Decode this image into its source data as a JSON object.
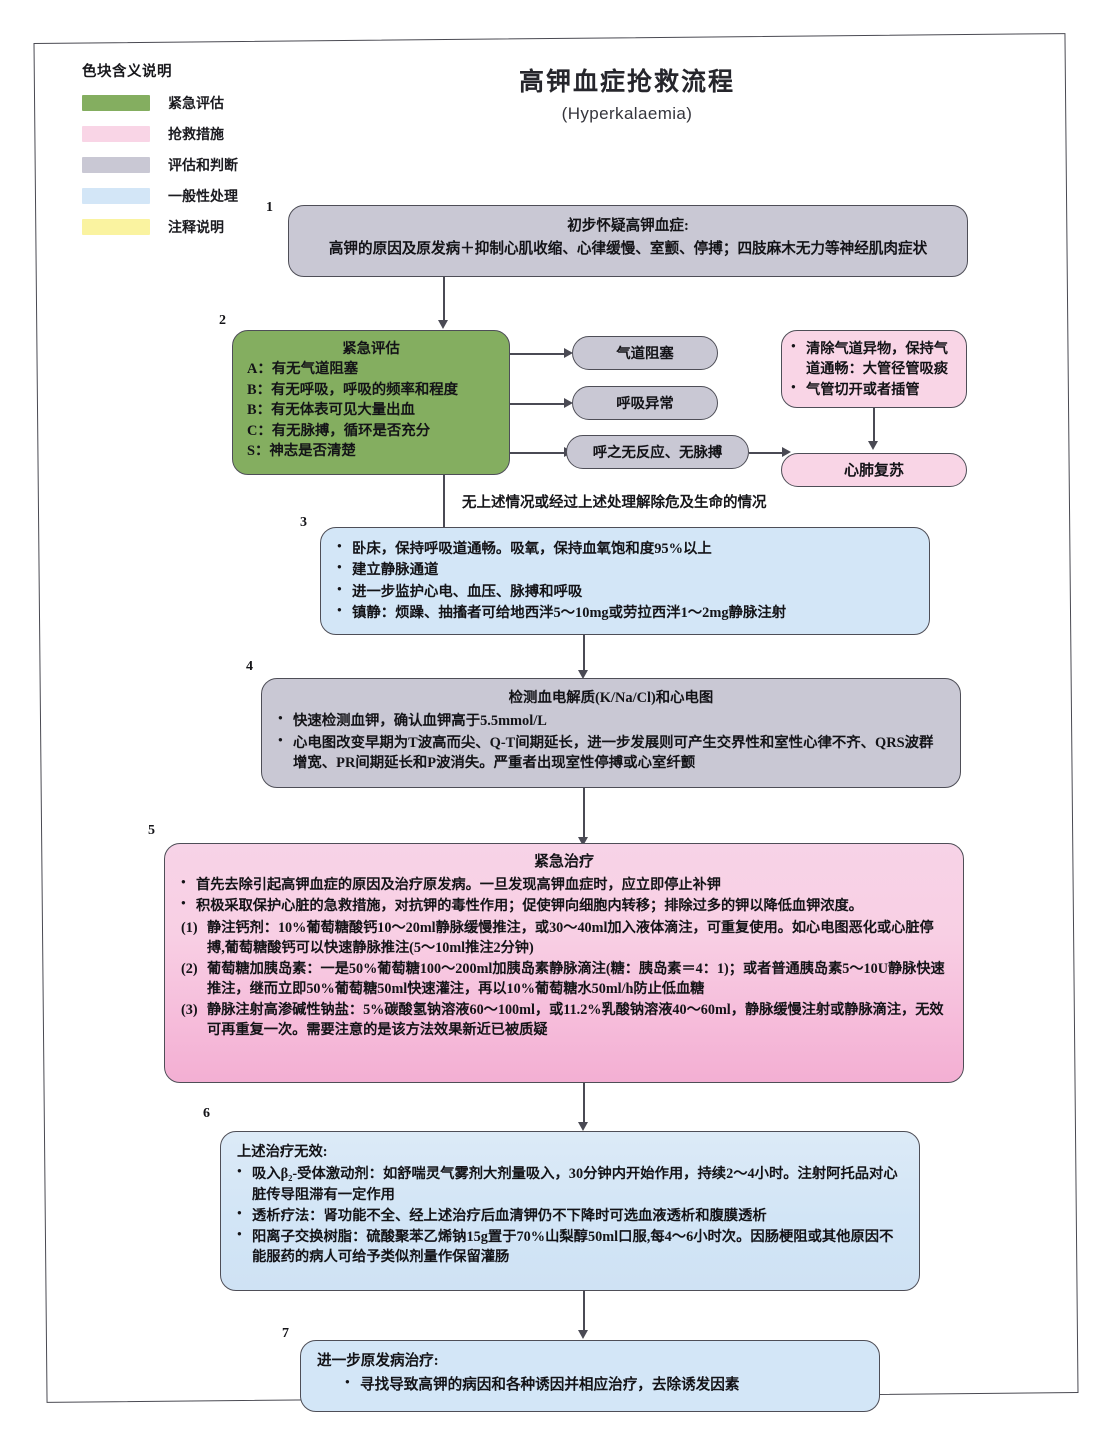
{
  "title": {
    "cn": "高钾血症抢救流程",
    "en": "(Hyperkalaemia)"
  },
  "legend": {
    "heading": "色块含义说明",
    "items": [
      {
        "label": "紧急评估",
        "color": "#84ae60"
      },
      {
        "label": "抢救措施",
        "color": "#f9d5e6"
      },
      {
        "label": "评估和判断",
        "color": "#c9c8d4"
      },
      {
        "label": "一般性处理",
        "color": "#d3e6f7"
      },
      {
        "label": "注释说明",
        "color": "#faf3a0"
      }
    ]
  },
  "steps": {
    "n1": "1",
    "n2": "2",
    "n3": "3",
    "n4": "4",
    "n5": "5",
    "n6": "6",
    "n7": "7"
  },
  "box1": {
    "header": "初步怀疑高钾血症:",
    "line": "高钾的原因及原发病＋抑制心肌收缩、心律缓慢、室颤、停搏；四肢麻木无力等神经肌肉症状"
  },
  "box2": {
    "header": "紧急评估",
    "items": [
      "A：有无气道阻塞",
      "B：有无呼吸，呼吸的频率和程度",
      "B：有无体表可见大量出血",
      "C：有无脉搏，循环是否充分",
      "S：神志是否清楚"
    ]
  },
  "branch": {
    "airway": "气道阻塞",
    "breathing": "呼吸异常",
    "unresponsive": "呼之无反应、无脉搏",
    "airway_actions": [
      "清除气道异物，保持气道通畅：大管径管吸痰",
      "气管切开或者插管"
    ],
    "cpr": "心肺复苏"
  },
  "edge_note": "无上述情况或经过上述处理解除危及生命的情况",
  "box3": {
    "items": [
      "卧床，保持呼吸道通畅。吸氧，保持血氧饱和度95%以上",
      "建立静脉通道",
      "进一步监护心电、血压、脉搏和呼吸",
      "镇静：烦躁、抽搐者可给地西泮5～10mg或劳拉西泮1～2mg静脉注射"
    ]
  },
  "box4": {
    "header": "检测血电解质(K/Na/Cl)和心电图",
    "items": [
      "快速检测血钾，确认血钾高于5.5mmol/L",
      "心电图改变早期为T波高而尖、Q-T间期延长，进一步发展则可产生交界性和室性心律不齐、QRS波群增宽、PR间期延长和P波消失。严重者出现室性停搏或心室纤颤"
    ]
  },
  "box5": {
    "header": "紧急治疗",
    "items": [
      "首先去除引起高钾血症的原因及治疗原发病。一旦发现高钾血症时，应立即停止补钾",
      "积极采取保护心脏的急救措施，对抗钾的毒性作用；促使钾向细胞内转移；排除过多的钾以降低血钾浓度。"
    ],
    "numbered": [
      {
        "no": "(1)",
        "text": "静注钙剂：10%葡萄糖酸钙10～20ml静脉缓慢推注，或30～40ml加入液体滴注，可重复使用。如心电图恶化或心脏停搏,葡萄糖酸钙可以快速静脉推注(5～10ml推注2分钟)"
      },
      {
        "no": "(2)",
        "text": "葡萄糖加胰岛素：一是50%葡萄糖100～200ml加胰岛素静脉滴注(糖：胰岛素＝4：1)；或者普通胰岛素5～10U静脉快速推注，继而立即50%葡萄糖50ml快速灌注，再以10%葡萄糖水50ml/h防止低血糖"
      },
      {
        "no": "(3)",
        "text": "静脉注射高渗碱性钠盐：5%碳酸氢钠溶液60～100ml，或11.2%乳酸钠溶液40～60ml，静脉缓慢注射或静脉滴注，无效可再重复一次。需要注意的是该方法效果新近已被质疑"
      }
    ]
  },
  "box6": {
    "header": "上述治疗无效:",
    "items": [
      "吸入β₂-受体激动剂：如舒喘灵气雾剂大剂量吸入，30分钟内开始作用，持续2～4小时。注射阿托品对心脏传导阻滞有一定作用",
      "透析疗法：肾功能不全、经上述治疗后血清钾仍不下降时可选血液透析和腹膜透析",
      "阳离子交换树脂：硫酸聚苯乙烯钠15g置于70%山梨醇50ml口服,每4～6小时次。因肠梗阻或其他原因不能服药的病人可给予类似剂量作保留灌肠"
    ]
  },
  "box7": {
    "header": "进一步原发病治疗:",
    "items": [
      "寻找导致高钾的病因和各种诱因并相应治疗，去除诱发因素"
    ]
  }
}
